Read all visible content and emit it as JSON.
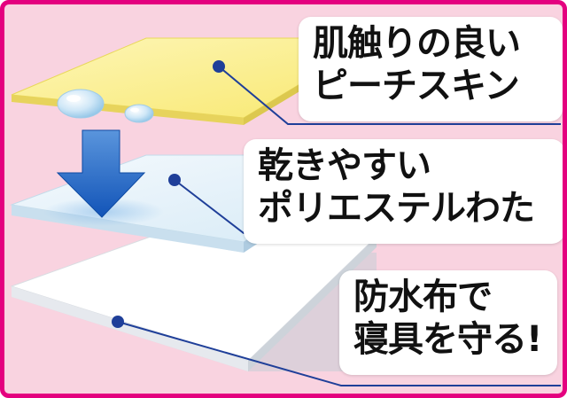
{
  "colors": {
    "frame_border": "#e4007f",
    "background": "#f9d3e0",
    "top_layer": "#fbef8c",
    "middle_layer": "#e3f1f9",
    "bottom_layer": "#ffffff",
    "arrow": "#1a63c4",
    "leader_line": "#1f3f99"
  },
  "icons": {
    "arrow": "arrow-down-icon",
    "droplets": "water-droplet-icon"
  },
  "labels": {
    "top": {
      "line1": "肌触りの良い",
      "line2": "ピーチスキン"
    },
    "middle": {
      "line1": "乾きやすい",
      "line2": "ポリエステルわた"
    },
    "bottom": {
      "line1": "防水布で",
      "line2": "寝具を守る!"
    }
  }
}
